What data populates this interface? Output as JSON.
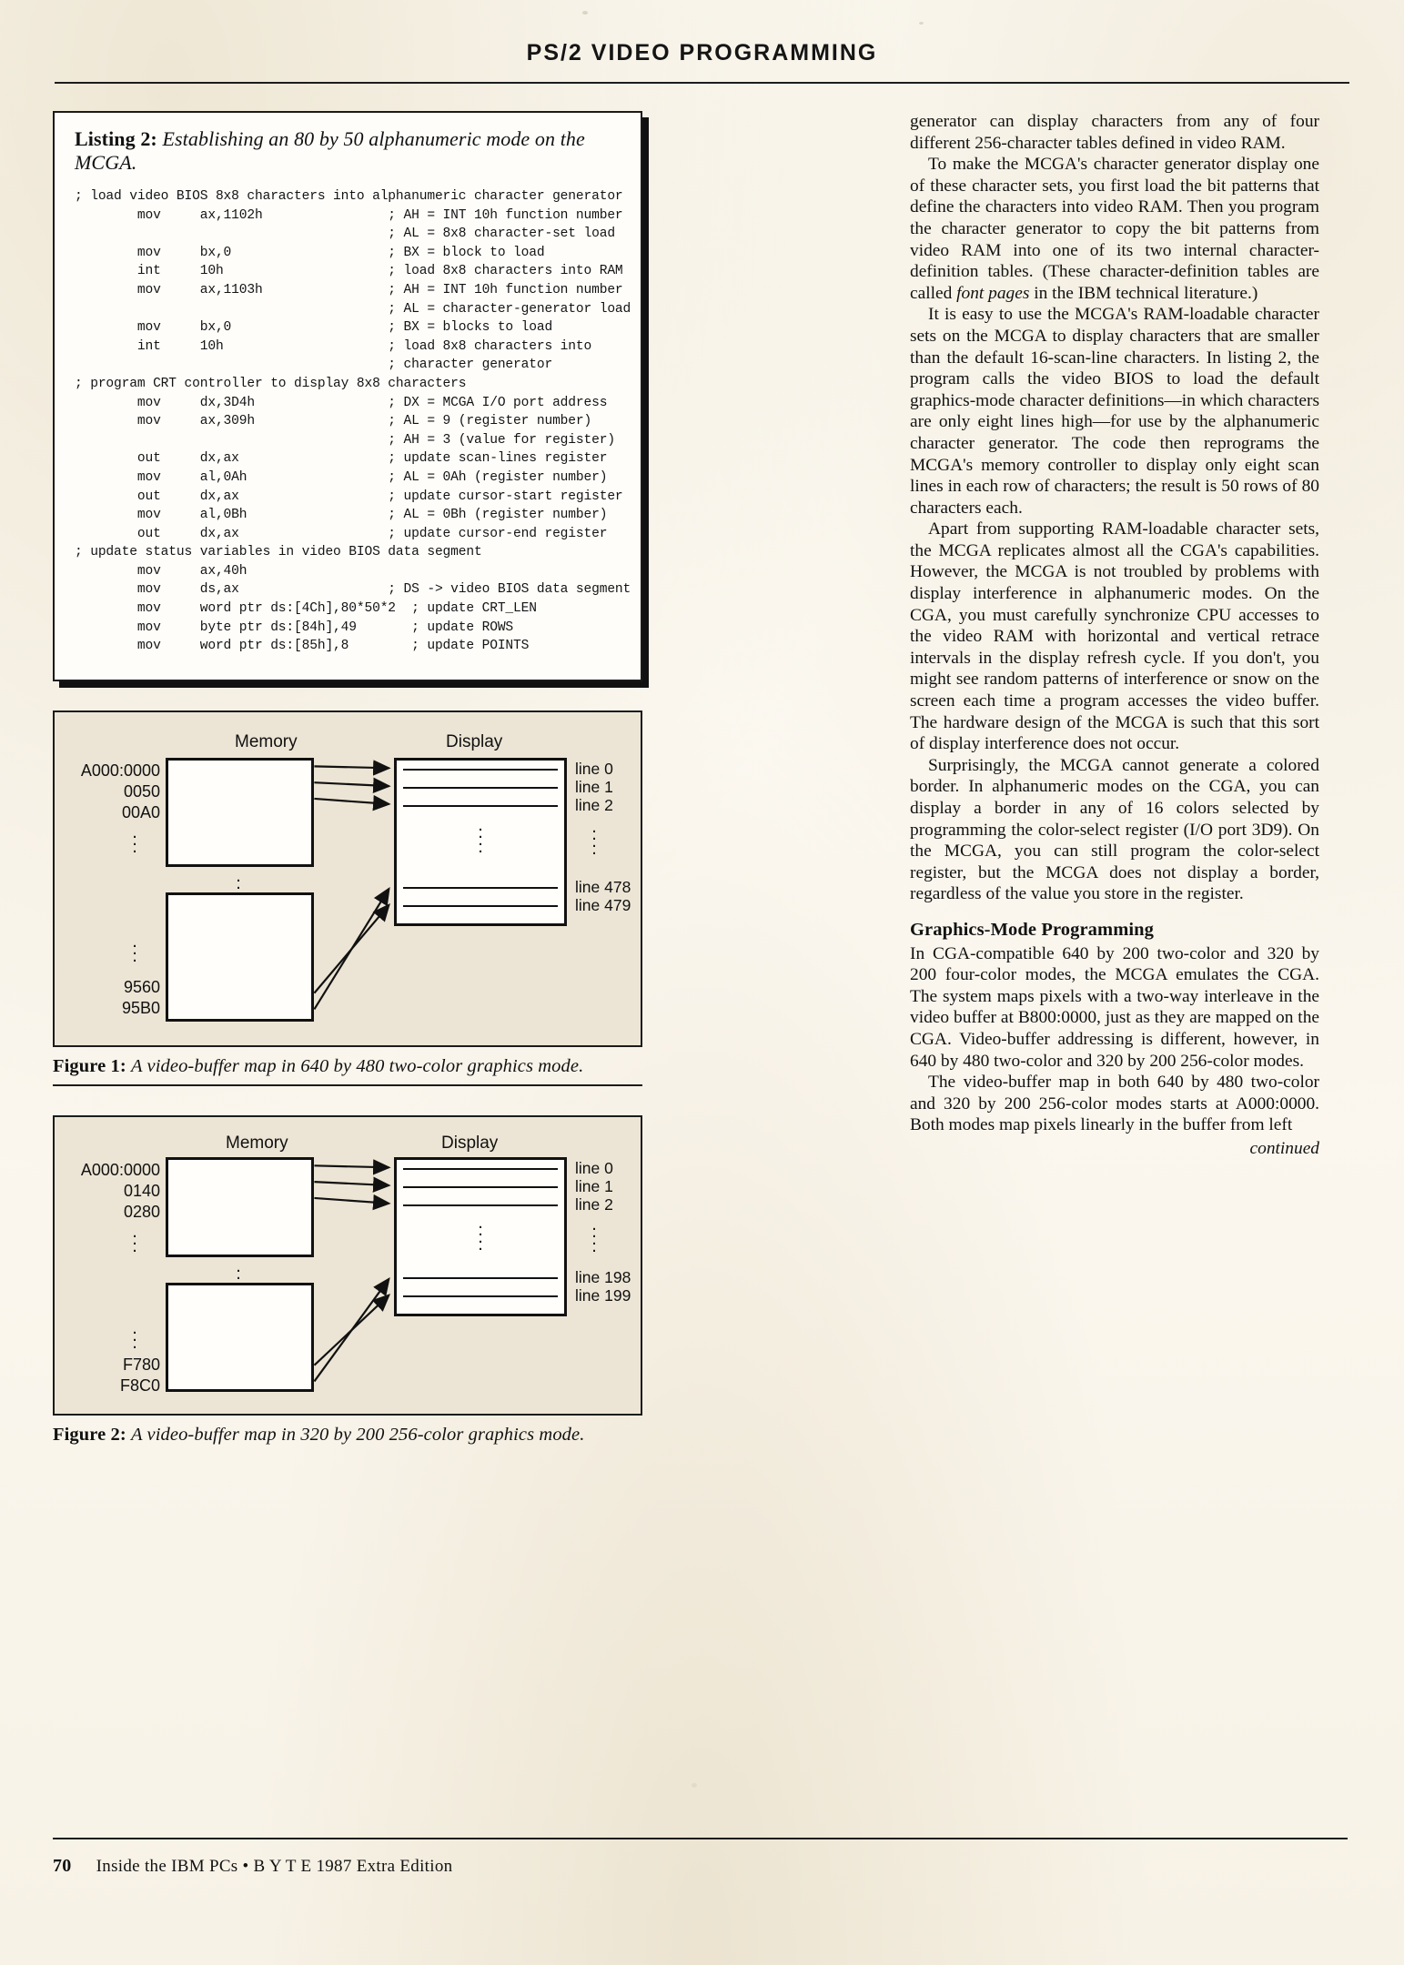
{
  "running_head": "PS/2  VIDEO  PROGRAMMING",
  "listing": {
    "title_label": "Listing 2:",
    "title_text": "Establishing an 80 by 50 alphanumeric mode on the MCGA.",
    "code": "; load video BIOS 8x8 characters into alphanumeric character generator\n        mov     ax,1102h                ; AH = INT 10h function number\n                                        ; AL = 8x8 character-set load\n        mov     bx,0                    ; BX = block to load\n        int     10h                     ; load 8x8 characters into RAM\n        mov     ax,1103h                ; AH = INT 10h function number\n                                        ; AL = character-generator load\n        mov     bx,0                    ; BX = blocks to load\n        int     10h                     ; load 8x8 characters into\n                                        ; character generator\n; program CRT controller to display 8x8 characters\n        mov     dx,3D4h                 ; DX = MCGA I/O port address\n        mov     ax,309h                 ; AL = 9 (register number)\n                                        ; AH = 3 (value for register)\n        out     dx,ax                   ; update scan-lines register\n        mov     al,0Ah                  ; AL = 0Ah (register number)\n        out     dx,ax                   ; update cursor-start register\n        mov     al,0Bh                  ; AL = 0Bh (register number)\n        out     dx,ax                   ; update cursor-end register\n; update status variables in video BIOS data segment\n        mov     ax,40h\n        mov     ds,ax                   ; DS -> video BIOS data segment\n        mov     word ptr ds:[4Ch],80*50*2  ; update CRT_LEN\n        mov     byte ptr ds:[84h],49       ; update ROWS\n        mov     word ptr ds:[85h],8        ; update POINTS"
  },
  "figure1": {
    "memory_label": "Memory",
    "display_label": "Display",
    "addresses": [
      "A000:0000",
      "0050",
      "00A0"
    ],
    "addresses_lower": [
      "9560",
      "95B0"
    ],
    "line_labels_top": [
      "line 0",
      "line 1",
      "line 2"
    ],
    "line_labels_bottom": [
      "line 478",
      "line 479"
    ],
    "caption_label": "Figure 1:",
    "caption_text": "A video-buffer map in 640 by 480 two-color graphics mode."
  },
  "figure2": {
    "memory_label": "Memory",
    "display_label": "Display",
    "addresses": [
      "A000:0000",
      "0140",
      "0280"
    ],
    "addresses_lower": [
      "F780",
      "F8C0"
    ],
    "line_labels_top": [
      "line 0",
      "line 1",
      "line 2"
    ],
    "line_labels_bottom": [
      "line 198",
      "line 199"
    ],
    "caption_label": "Figure 2:",
    "caption_text": "A video-buffer map in 320 by 200 256-color graphics mode."
  },
  "body": {
    "p1": "generator can display characters from any of four different 256-character tables defined in video RAM.",
    "p2_a": "To make the MCGA's character generator display one of these character sets, you first load the bit patterns that define the characters into video RAM. Then you program the character generator to copy the bit patterns from video RAM into one of its two internal character-definition tables. (These character-definition tables are called ",
    "p2_italic": "font pages",
    "p2_b": " in the IBM technical literature.)",
    "p3": "It is easy to use the MCGA's RAM-loadable character sets on the MCGA to display characters that are smaller than the default 16-scan-line characters. In listing 2, the program calls the video BIOS to load the default graphics-mode character definitions—in which characters are only eight lines high—for use by the alphanumeric character generator. The code then reprograms the MCGA's memory controller to display only eight scan lines in each row of characters; the result is 50 rows of 80 characters each.",
    "p4": "Apart from supporting RAM-loadable character sets, the MCGA replicates almost all the CGA's capabilities. However, the MCGA is not troubled by problems with display interference in alphanumeric modes. On the CGA, you must carefully synchronize CPU accesses to the video RAM with horizontal and vertical retrace intervals in the display refresh cycle. If you don't, you might see random patterns of interference or snow on the screen each time a program accesses the video buffer. The hardware design of the MCGA is such that this sort of display interference does not occur.",
    "p5": "Surprisingly, the MCGA cannot generate a colored border. In alphanumeric modes on the CGA, you can display a border in any of 16 colors selected by programming the color-select register (I/O port 3D9). On the MCGA, you can still program the color-select register, but the MCGA does not display a border, regardless of the value you store in the register.",
    "heading": "Graphics-Mode Programming",
    "p6": "In CGA-compatible 640 by 200 two-color and 320 by 200 four-color modes, the MCGA emulates the CGA. The system maps pixels with a two-way interleave in the video buffer at B800:0000, just as they are mapped on the CGA. Video-buffer addressing is different, however, in 640 by 480 two-color and 320 by 200 256-color modes.",
    "p7": "The video-buffer map in both 640 by 480 two-color and 320 by 200 256-color modes starts at A000:0000. Both modes map pixels linearly in the buffer from left",
    "continued": "continued"
  },
  "footer": {
    "page_number": "70",
    "text": "Inside the IBM PCs  •  B Y T E 1987 Extra Edition"
  }
}
